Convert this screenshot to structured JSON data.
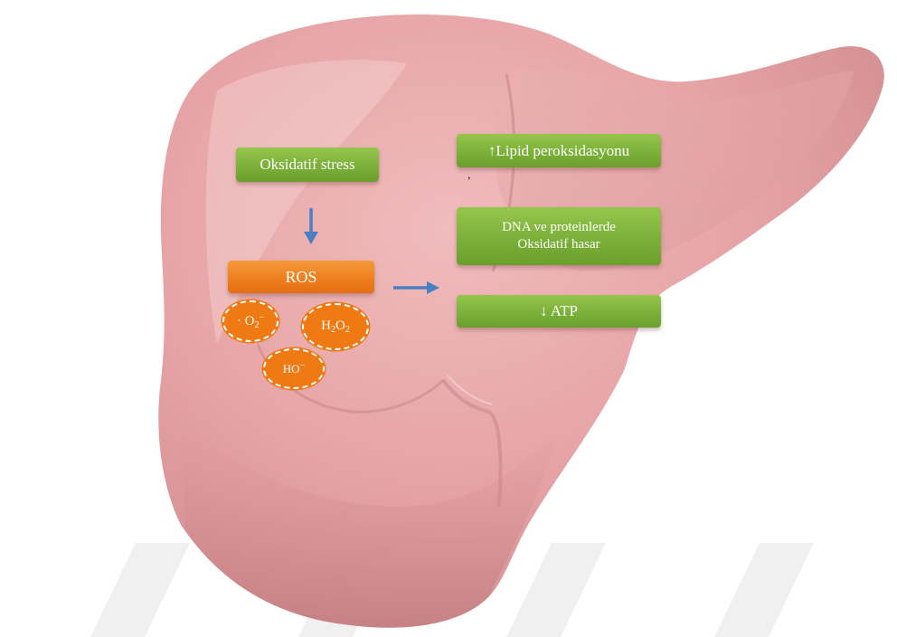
{
  "colors": {
    "liver_main": "#e6a3a5",
    "liver_shadow": "#c98588",
    "liver_highlight": "#f5d2d2",
    "green_box": "#7bb03a",
    "orange_box": "#ef7f1e",
    "arrow": "#4a7fc1",
    "watermark": "#ececec"
  },
  "icons": {
    "down_arrow": "down-arrow-icon",
    "right_arrow": "right-arrow-icon"
  },
  "nodes": {
    "oxidative_stress": "Oksidatif stress",
    "ros": "ROS",
    "lipid": "↑Lipid peroksidasyonu",
    "dna_line1": "DNA ve  proteinlerde",
    "dna_line2": "Oksidatif  hasar",
    "atp": "↓ ATP"
  },
  "species": {
    "superoxide": {
      "prefix": "· O",
      "sub": "2",
      "sup": "−"
    },
    "hydrogen_peroxide": {
      "h": "H",
      "sub1": "2",
      "o": "O",
      "sub2": "2"
    },
    "hydroxide": {
      "base": "HO",
      "sup": "−"
    }
  },
  "stray_mark": ","
}
